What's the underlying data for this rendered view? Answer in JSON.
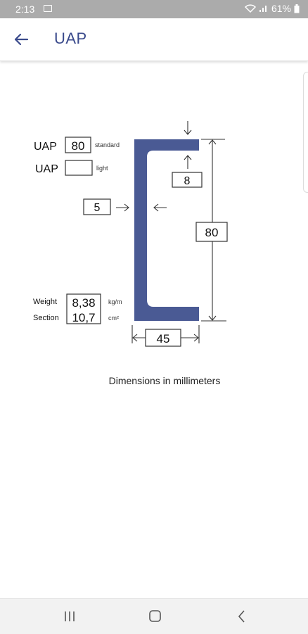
{
  "status_bar": {
    "time": "2:13",
    "battery": "61%"
  },
  "header": {
    "title": "UAP"
  },
  "profile": {
    "standard_prefix": "UAP",
    "standard_value": "80",
    "standard_label": "standard",
    "light_prefix": "UAP",
    "light_value": "",
    "light_label": "light",
    "flange_thickness": "8",
    "web_thickness": "5",
    "height": "80",
    "width": "45",
    "weight_label": "Weight",
    "weight_value": "8,38",
    "weight_unit": "kg/m",
    "section_label": "Section",
    "section_value": "10,7",
    "section_unit": "cm²"
  },
  "caption": "Dimensions in millimeters",
  "colors": {
    "profile_fill": "#4a5a94",
    "accent": "#3a4a8c",
    "status_bar": "#ababab"
  },
  "icons": {
    "back": "arrow-left-icon",
    "recents": "recents-icon",
    "home": "home-icon",
    "nav_back": "chevron-left-icon"
  }
}
